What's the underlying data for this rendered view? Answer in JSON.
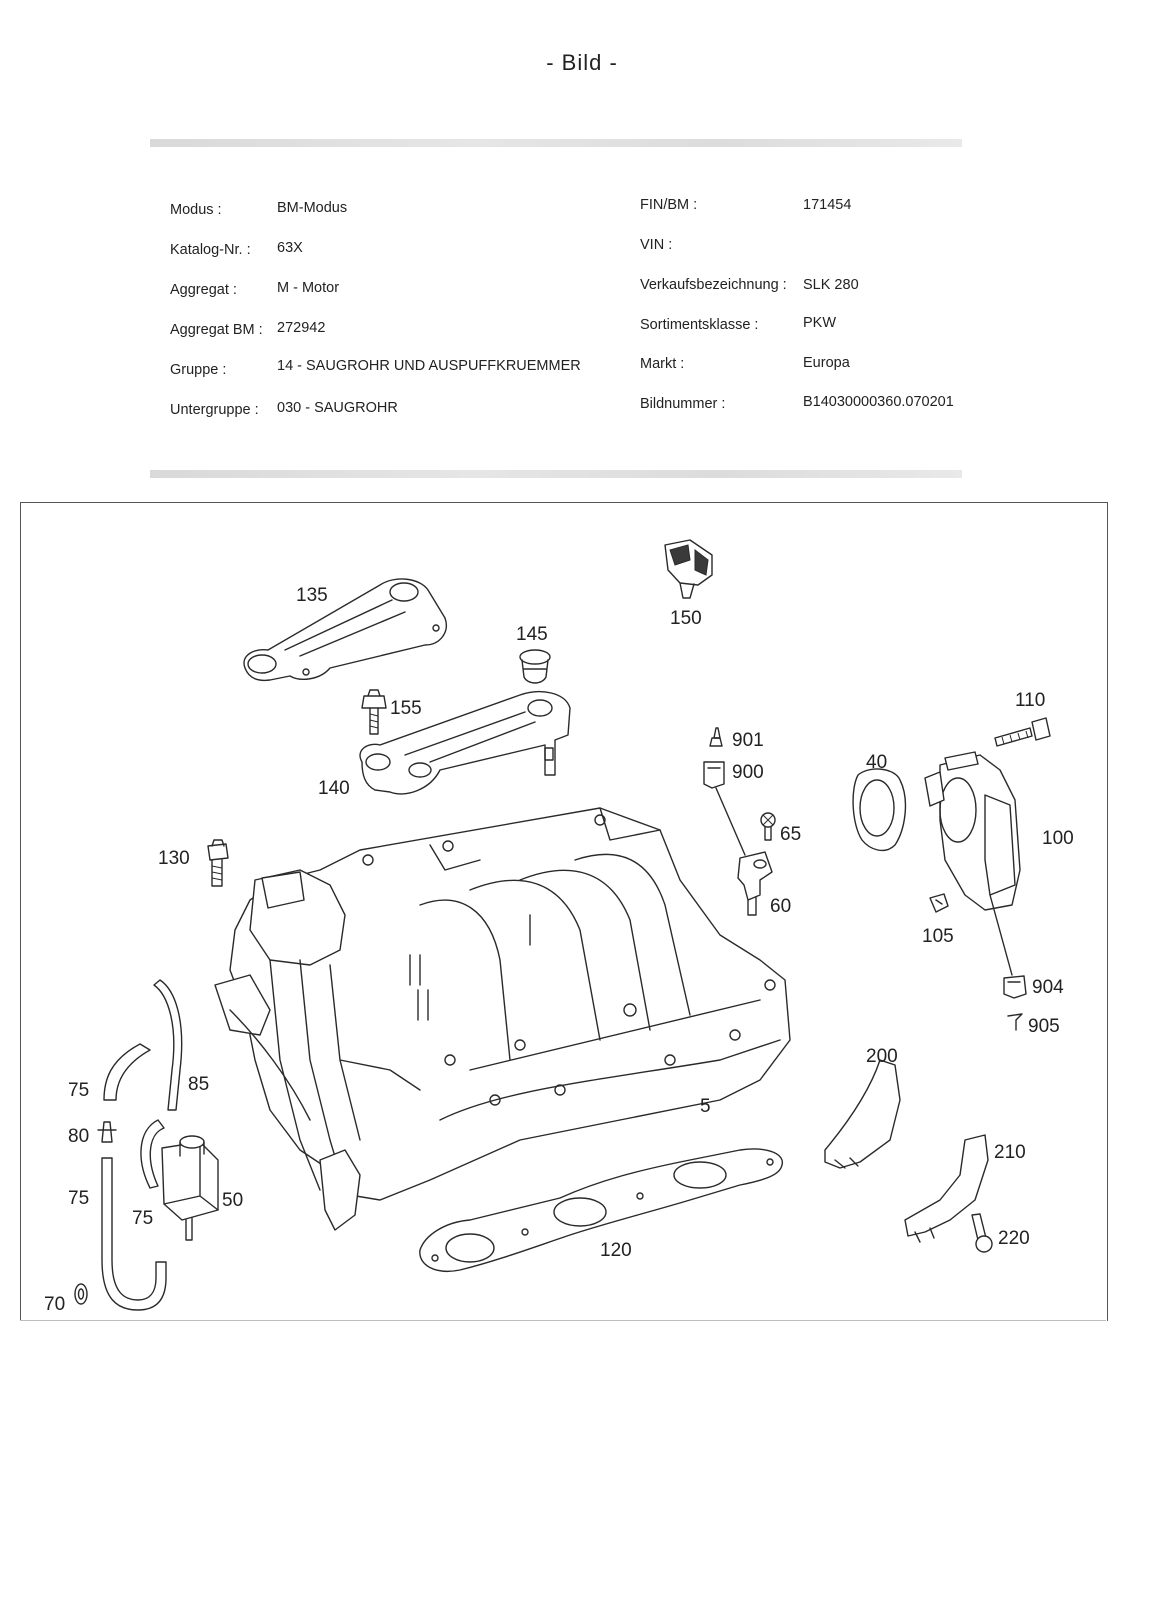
{
  "page": {
    "title": "- Bild -"
  },
  "info": {
    "left": [
      {
        "label": "Modus :",
        "value": "BM-Modus"
      },
      {
        "label": "Katalog-Nr. :",
        "value": "63X"
      },
      {
        "label": "Aggregat :",
        "value": "M - Motor"
      },
      {
        "label": "Aggregat BM :",
        "value": "272942"
      },
      {
        "label": "Gruppe :",
        "value": "14 - SAUGROHR UND AUSPUFFKRUEMMER"
      },
      {
        "label": "Untergruppe :",
        "value": "030 - SAUGROHR"
      }
    ],
    "right": [
      {
        "label": "FIN/BM :",
        "value": "171454"
      },
      {
        "label": "VIN :",
        "value": ""
      },
      {
        "label": "Verkaufsbezeichnung :",
        "value": "SLK 280"
      },
      {
        "label": "Sortimentsklasse :",
        "value": "PKW"
      },
      {
        "label": "Markt :",
        "value": "Europa"
      },
      {
        "label": "Bildnummer :",
        "value": "B14030000360.070201"
      }
    ]
  },
  "diagram": {
    "callouts": [
      "135",
      "145",
      "150",
      "155",
      "140",
      "110",
      "901",
      "900",
      "40",
      "65",
      "100",
      "130",
      "60",
      "105",
      "904",
      "905",
      "200",
      "75",
      "85",
      "5",
      "80",
      "210",
      "75",
      "50",
      "75",
      "120",
      "220",
      "70"
    ]
  }
}
